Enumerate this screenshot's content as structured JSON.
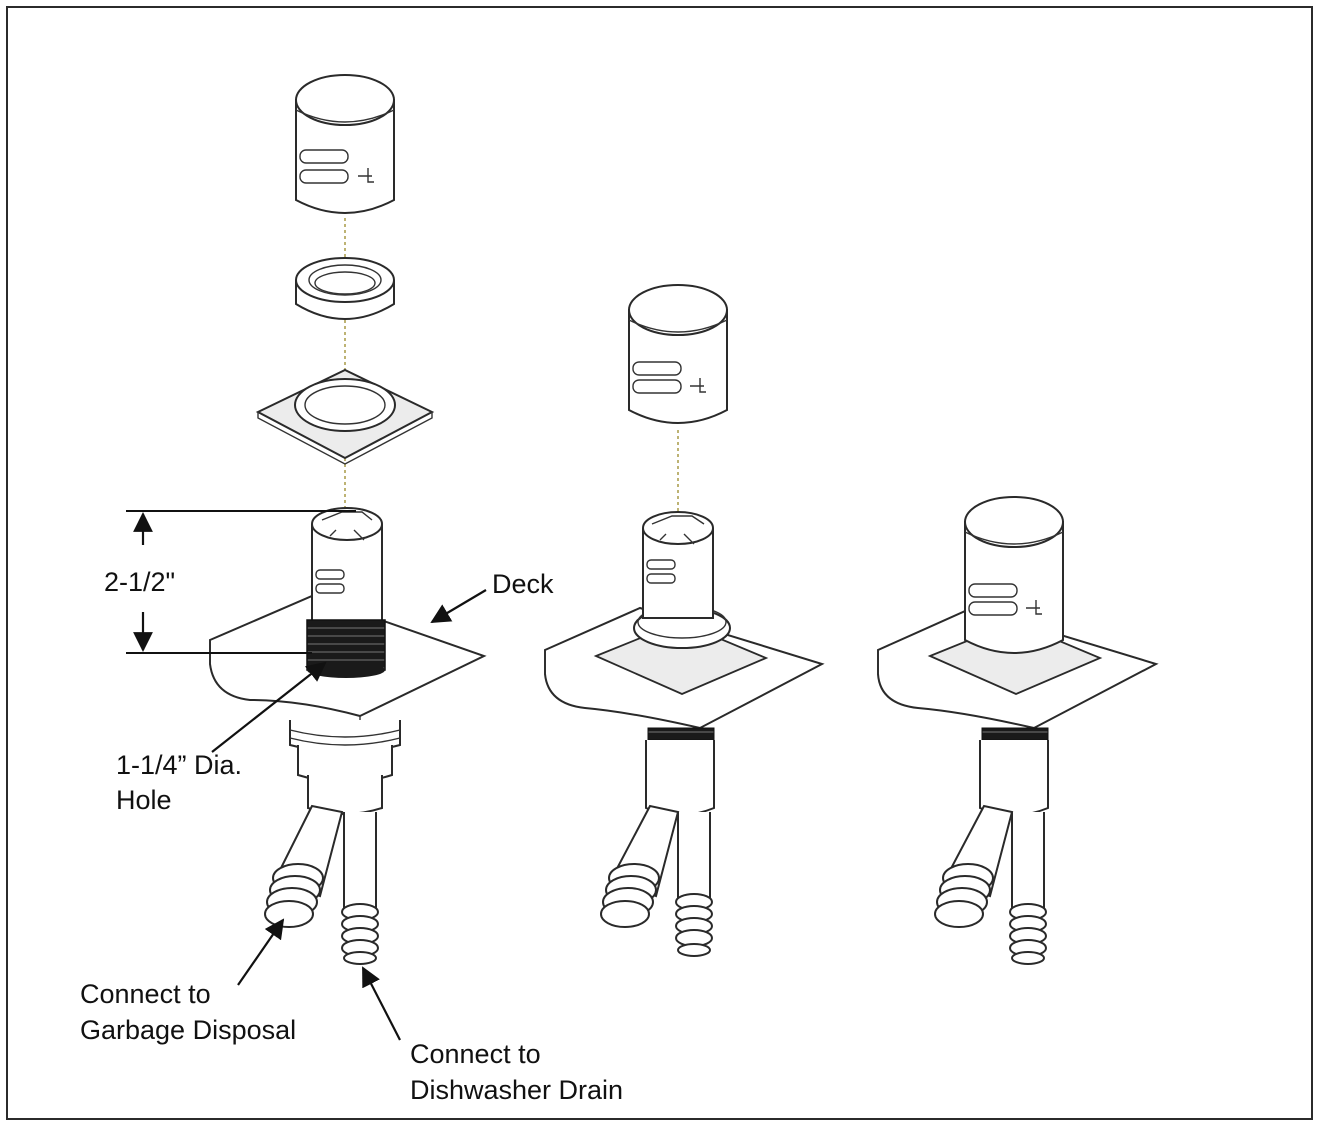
{
  "labels": {
    "dimension_height": "2-1/2\"",
    "deck": "Deck",
    "hole_line1": "1-1/4” Dia.",
    "hole_line2": "Hole",
    "disposal_line1": "Connect to",
    "disposal_line2": "Garbage Disposal",
    "dishwasher_line1": "Connect to",
    "dishwasher_line2": "Dishwasher Drain"
  },
  "colors": {
    "border": "#2b2b2b",
    "line": "#2a2a2a",
    "centerline": "#9a8a2a",
    "flange_fill": "#ececec"
  }
}
